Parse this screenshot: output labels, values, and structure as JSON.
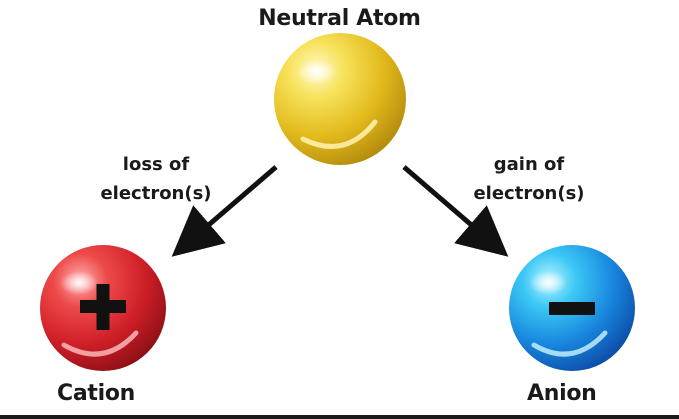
{
  "diagram": {
    "title": "Neutral Atom",
    "left_edge": {
      "line1": "loss of",
      "line2": "electron(s)"
    },
    "right_edge": {
      "line1": "gain of",
      "line2": "electron(s)"
    },
    "left_node": {
      "label": "Cation",
      "symbol": "plus-sign-icon"
    },
    "right_node": {
      "label": "Anion",
      "symbol": "minus-sign-icon"
    }
  },
  "colors": {
    "neutral_sphere": "#e8c422",
    "cation_sphere": "#d9262f",
    "anion_sphere": "#1f8fe0",
    "text": "#1a1a1a",
    "arrow": "#111111"
  }
}
